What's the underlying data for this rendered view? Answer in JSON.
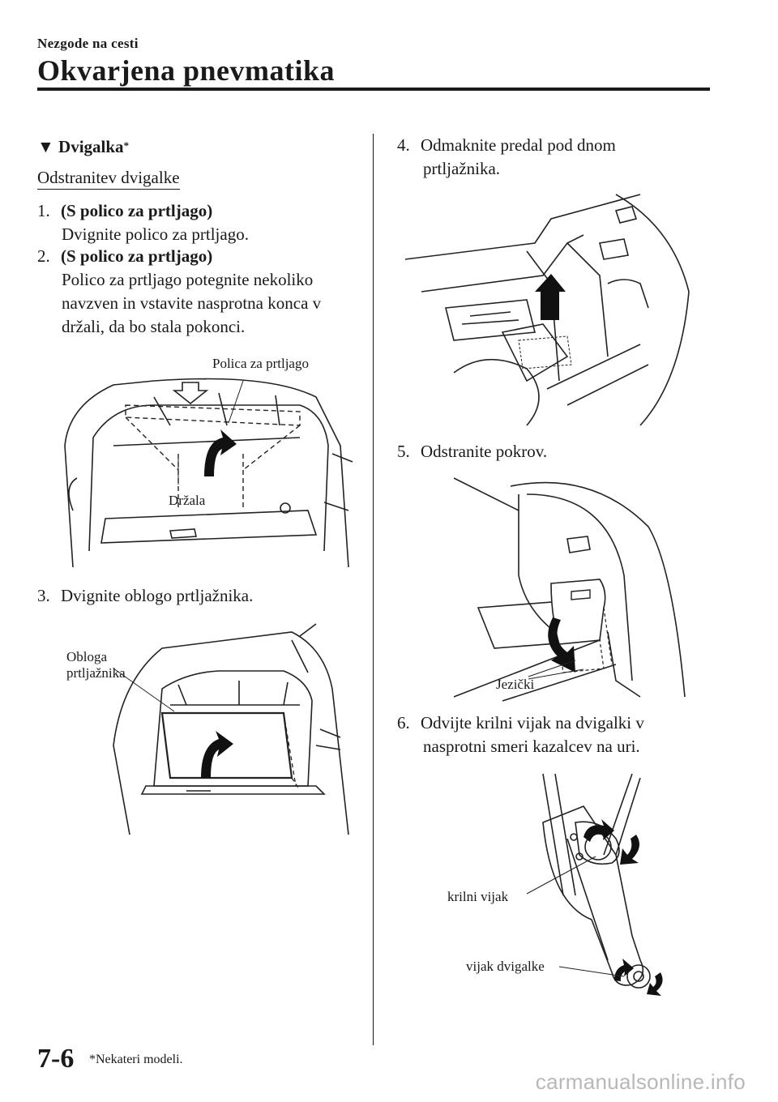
{
  "header": {
    "section": "Nezgode na cesti",
    "title": "Okvarjena pnevmatika"
  },
  "left": {
    "heading": {
      "marker": "▼",
      "text": "Dvigalka",
      "sup": "*"
    },
    "subheading": "Odstranitev dvigalke",
    "steps": [
      {
        "num": "1.",
        "bold": "(S polico za prtljago)",
        "text": "Dvignite polico za prtljago."
      },
      {
        "num": "2.",
        "bold": "(S polico za prtljago)",
        "lines": [
          "Polico za prtljago potegnite nekoliko",
          "navzven in vstavite nasprotna konca v",
          "držali, da bo stala pokonci."
        ]
      },
      {
        "num": "3.",
        "text": "Dvignite oblogo prtljažnika."
      }
    ],
    "fig1": {
      "label_shelf": "Polica za prtljago",
      "label_holders": "Držala"
    },
    "fig2": {
      "label_lines": [
        "Obloga",
        "prtljažnika"
      ]
    }
  },
  "right": {
    "steps": [
      {
        "num": "4.",
        "lines": [
          "Odmaknite predal pod dnom",
          "prtljažnika."
        ]
      },
      {
        "num": "5.",
        "text": "Odstranite pokrov."
      },
      {
        "num": "6.",
        "lines": [
          "Odvijte krilni vijak na dvigalki v",
          "nasprotni smeri kazalcev na uri."
        ]
      }
    ],
    "fig4": {
      "label_tabs": "Jezički"
    },
    "fig5": {
      "label_wing": "krilni vijak",
      "label_jack": "vijak dvigalke"
    }
  },
  "footer": {
    "page_number": "7-6",
    "footnote": "*Nekateri modeli.",
    "watermark": "carmanualsonline.info"
  }
}
